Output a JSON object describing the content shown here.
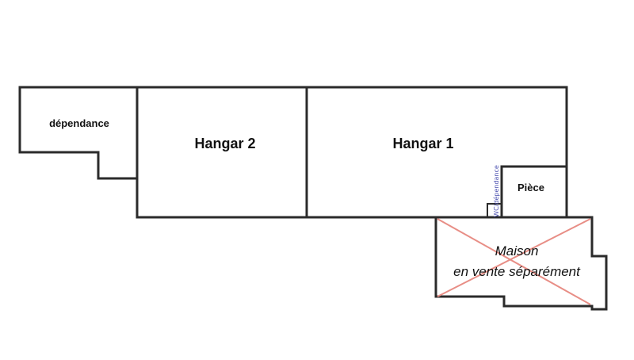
{
  "rooms": {
    "dependance": "dépendance",
    "hangar2": "Hangar 2",
    "hangar1": "Hangar 1",
    "piece": "Pièce",
    "wc": "WC/dépendance"
  },
  "maison": {
    "line1": "Maison",
    "line2": "en vente séparément"
  },
  "colors": {
    "wall": "#2b2b2b",
    "cross": "#e88e86",
    "wc_text": "#4a4fb0"
  }
}
